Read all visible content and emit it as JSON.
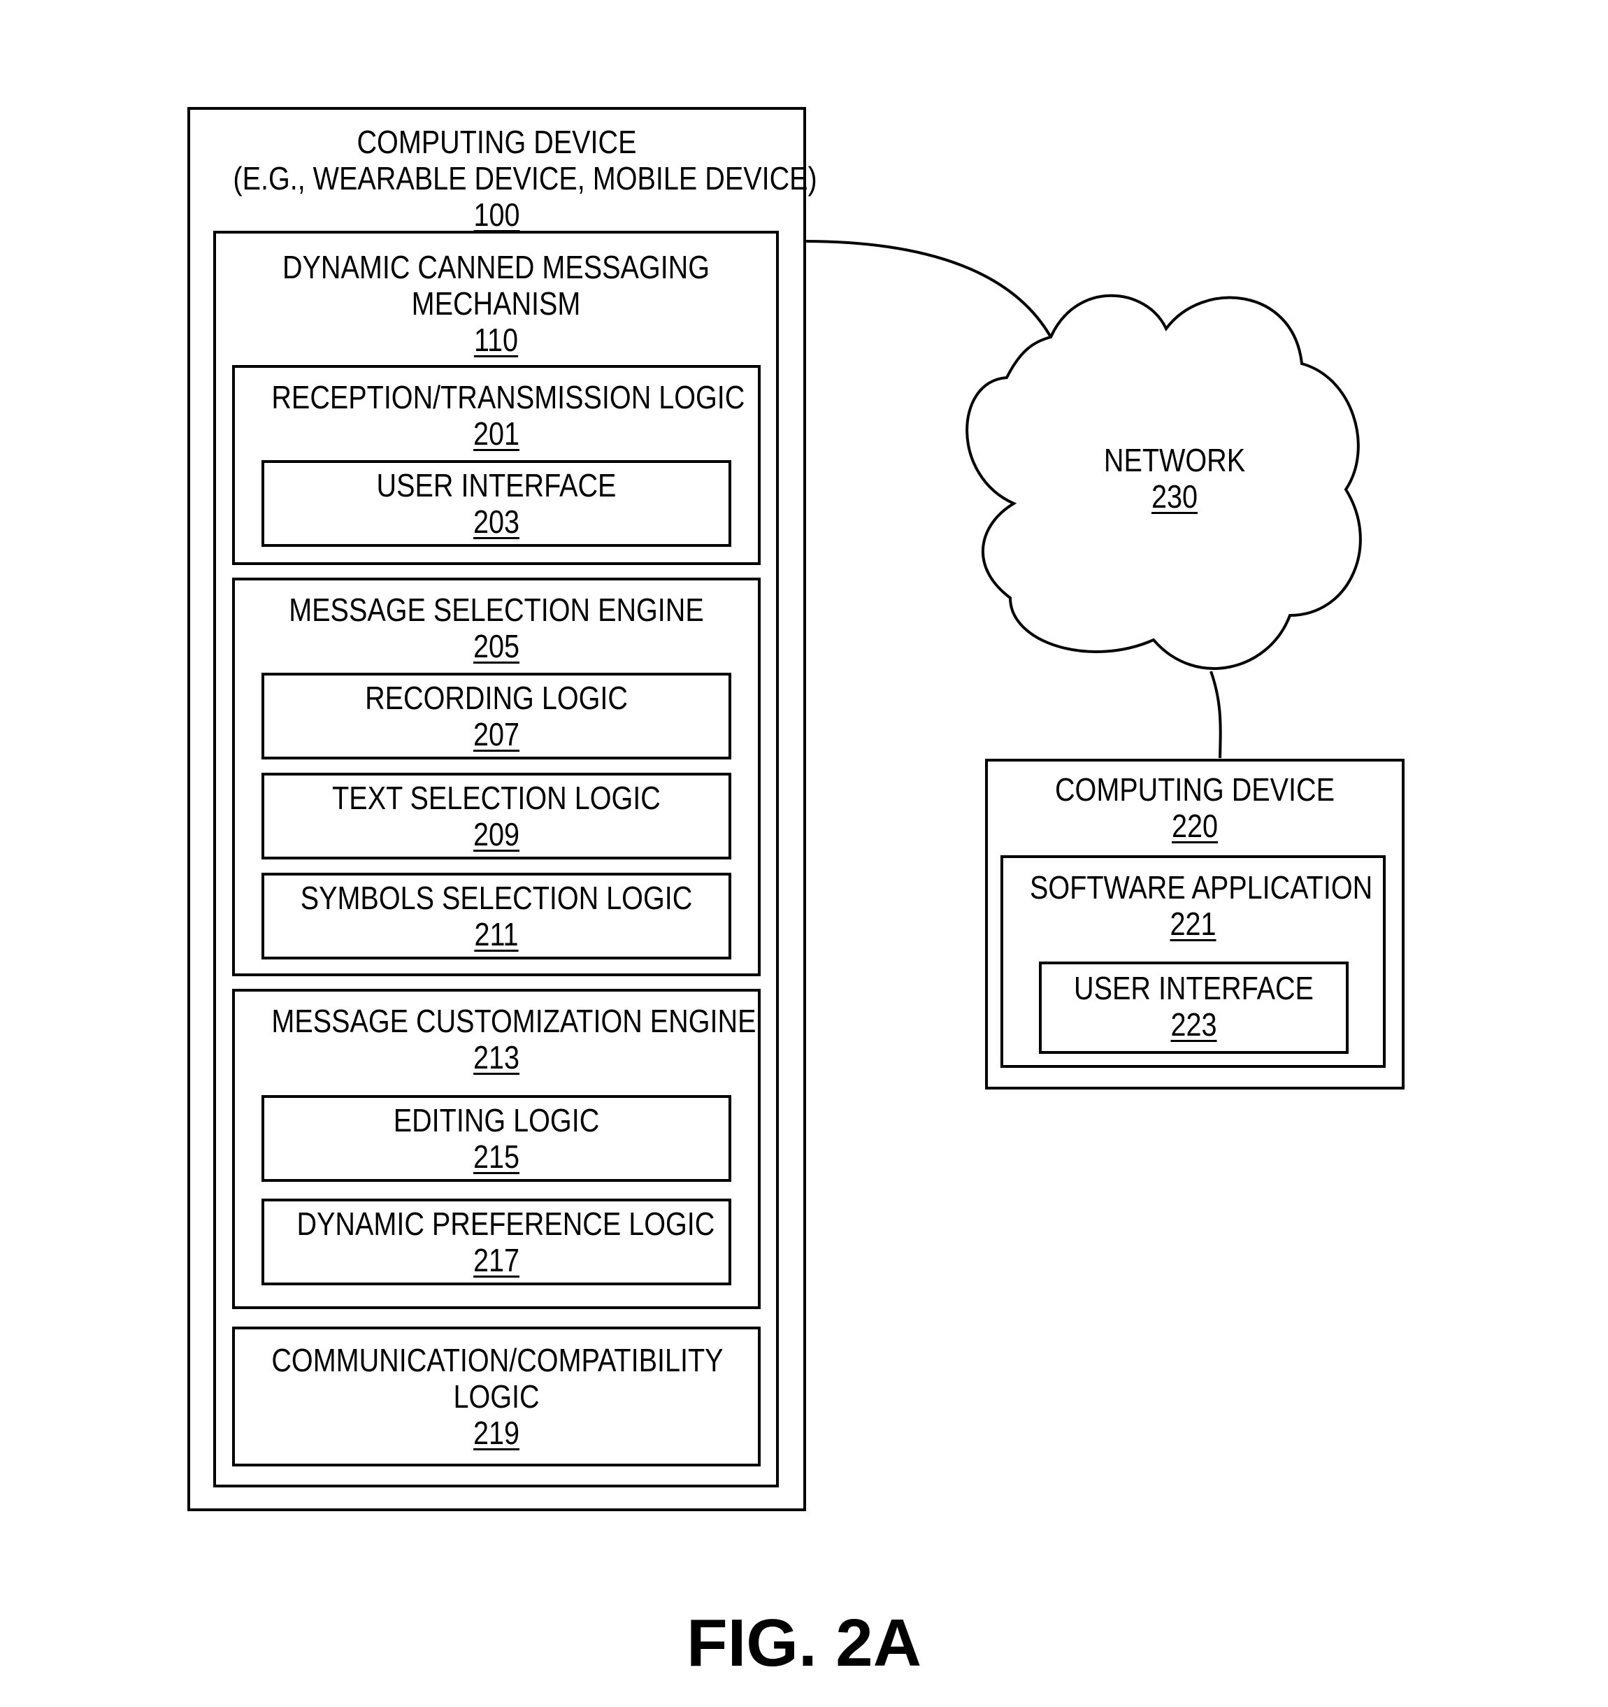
{
  "device_100": {
    "title": "COMPUTING DEVICE",
    "subtitle": "(E.G., WEARABLE DEVICE, MOBILE DEVICE)",
    "ref": "100",
    "mechanism": {
      "title_line1": "DYNAMIC CANNED MESSAGING",
      "title_line2": "MECHANISM",
      "ref": "110",
      "reception": {
        "title": "RECEPTION/TRANSMISSION LOGIC",
        "ref": "201",
        "ui": {
          "title": "USER INTERFACE",
          "ref": "203"
        }
      },
      "selection": {
        "title": "MESSAGE SELECTION ENGINE",
        "ref": "205",
        "recording": {
          "title": "RECORDING LOGIC",
          "ref": "207"
        },
        "text": {
          "title": "TEXT SELECTION LOGIC",
          "ref": "209"
        },
        "symbols": {
          "title": "SYMBOLS SELECTION LOGIC",
          "ref": "211"
        }
      },
      "customization": {
        "title": "MESSAGE CUSTOMIZATION ENGINE",
        "ref": "213",
        "editing": {
          "title": "EDITING LOGIC",
          "ref": "215"
        },
        "preference": {
          "title": "DYNAMIC PREFERENCE LOGIC",
          "ref": "217"
        }
      },
      "communication": {
        "title_line1": "COMMUNICATION/COMPATIBILITY",
        "title_line2": "LOGIC",
        "ref": "219"
      }
    }
  },
  "network": {
    "title": "NETWORK",
    "ref": "230"
  },
  "device_220": {
    "title": "COMPUTING DEVICE",
    "ref": "220",
    "app": {
      "title": "SOFTWARE APPLICATION",
      "ref": "221",
      "ui": {
        "title": "USER INTERFACE",
        "ref": "223"
      }
    }
  },
  "figure_label": "FIG. 2A"
}
